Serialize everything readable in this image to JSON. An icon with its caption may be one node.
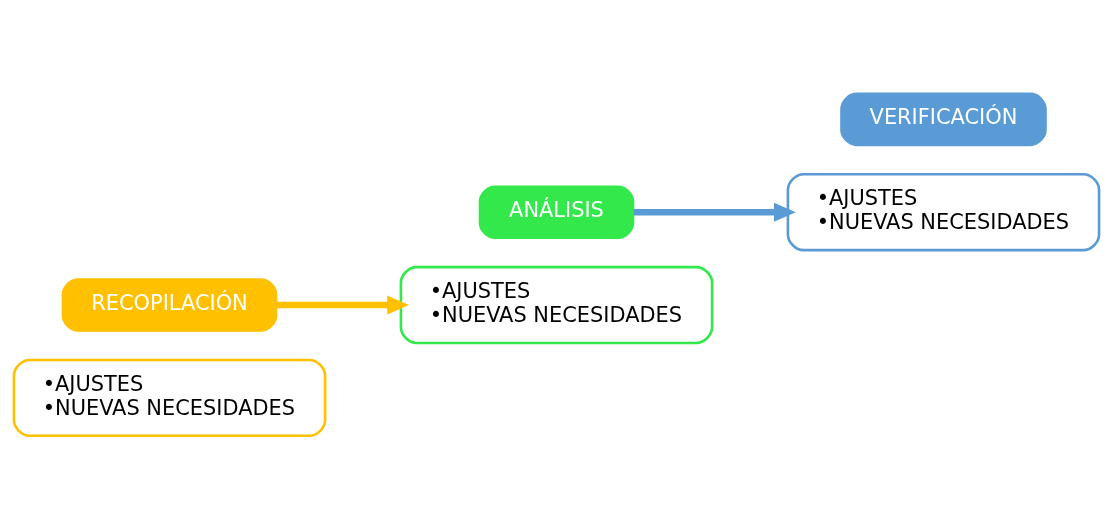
{
  "diagram": {
    "nodes": [
      {
        "text": [
          "•AJUSTES",
          "•NUEVAS NECESIDADES"
        ]
      },
      {
        "text": [
          "RECOPILACIÓN"
        ]
      },
      {
        "text": [
          "ANÁLISIS"
        ]
      },
      {
        "text": [
          "•AJUSTES",
          "•NUEVAS NECESIDADES"
        ]
      },
      {
        "text": [
          "•AJUSTES",
          "•NUEVAS NECESIDADES"
        ]
      },
      {
        "text": [
          "VERIFICACIÓN"
        ]
      }
    ],
    "edges": [
      {
        "from": 1,
        "to": 3,
        "arrow": "to",
        "color": "#ffc000"
      },
      {
        "from": 2,
        "to": 4,
        "arrow": "to",
        "color": "#5b9bd5"
      }
    ]
  }
}
